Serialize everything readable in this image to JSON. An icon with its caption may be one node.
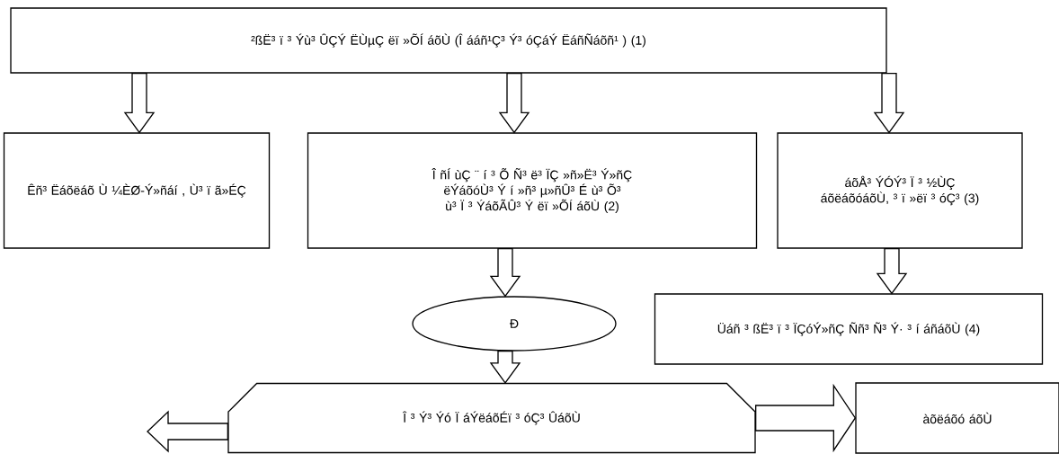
{
  "diagram": {
    "nodes": [
      {
        "text": [
          "²ßË³ ï ³ Ýù³ ÛÇÝ ËÙµÇ ëï »ÕÍ áõÙ (Î ááñ¹Ç³ Ý³ óÇáÝ ËáñÑáõñ¹ ) (1)"
        ]
      },
      {
        "text": [
          "Êñ³ Ëáõëáõ Ù ¼ÈØ-Ý»ñáí , Ù³ ï ã»ÉÇ"
        ]
      },
      {
        "text": [
          "Î ñÍ ùÇ ¨ í ³ Õ Ñ³ ë³ ÏÇ »ñ»Ë³ Ý»ñÇ ëÝáõóÙ³ Ý í »ñ³ µ»ñÛ³ É ù³ Õ³ ù³ Ï ³ ÝáõÃÛ³ Ý ëï »ÕÍ áõÙ (2)"
        ]
      },
      {
        "text": [
          "áõÅ³ ÝÓÝ³ Ï ³ ½ÙÇ áõëáõóáõÙ, ³ ï »ëï ³ óÇ³ (3)"
        ]
      },
      {
        "text": [
          "Üáñ ³ ßË³ ï ³ ÏÇóÝ»ñÇ Ññ³ Ñ³ Ý· ³ í áñáõÙ (4)"
        ]
      },
      {
        "text": [
          "Ð"
        ]
      },
      {
        "text": [
          "Î ³ Ý³ Ýó Ï áÝëáõÉï ³ óÇ³ ÛáõÙ"
        ]
      },
      {
        "text": [
          "àõëáõó áõÙ"
        ]
      }
    ],
    "edges": [
      {
        "from": 0,
        "to": 1,
        "arrow": "to"
      },
      {
        "from": 0,
        "to": 2,
        "arrow": "to"
      },
      {
        "from": 0,
        "to": 3,
        "arrow": "to"
      },
      {
        "from": 2,
        "to": 5,
        "arrow": "to"
      },
      {
        "from": 3,
        "to": 4,
        "arrow": "to"
      },
      {
        "from": 5,
        "to": 6,
        "arrow": "to"
      },
      {
        "from": 6,
        "to": 7,
        "arrow": "to"
      },
      {
        "from": 6,
        "to": null,
        "arrow": "to"
      }
    ]
  }
}
